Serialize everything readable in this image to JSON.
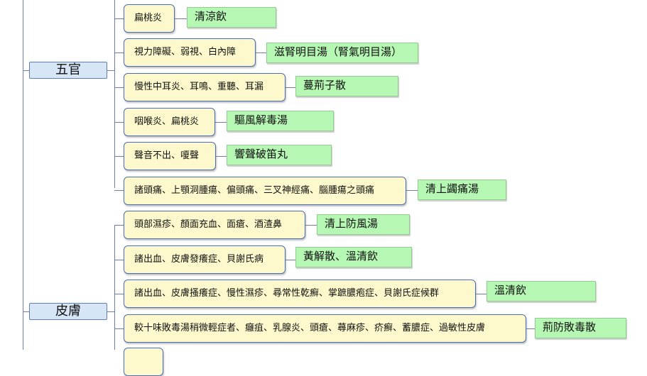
{
  "categories": [
    {
      "label": "五官"
    },
    {
      "label": "皮膚"
    }
  ],
  "rows": [
    {
      "condition": "扁桃炎",
      "remedy": "清涼飲"
    },
    {
      "condition": "視力障礙、弱視、白內障",
      "remedy": "滋腎明目湯（腎氣明目湯）"
    },
    {
      "condition": "慢性中耳炎、耳鳴、重聽、耳漏",
      "remedy": "蔓荊子散"
    },
    {
      "condition": "咽喉炎、扁桃炎",
      "remedy": "驅風解毒湯"
    },
    {
      "condition": "聲音不出、嗄聲",
      "remedy": "響聲破笛丸"
    },
    {
      "condition": "諸頭痛、上顎洞腫瘍、偏頭痛、三叉神經痛、腦腫瘍之頭痛",
      "remedy": "清上蠲痛湯"
    },
    {
      "condition": "頭部濕疹、顏面充血、面瘡、酒渣鼻",
      "remedy": "清上防風湯"
    },
    {
      "condition": "諸出血、皮膚發癢症、貝謝氏病",
      "remedy": "黃解散、溫清飲"
    },
    {
      "condition": "諸出血、皮膚搔癢症、慢性濕疹、尋常性乾癬、掌蹠膿疱症、貝謝氏症候群",
      "remedy": "溫清飲"
    },
    {
      "condition": "較十味敗毒湯稍微輕症者、癰疽、乳腺炎、頭瘡、蕁麻疹、疥癬、蓄膿症、過敏性皮膚",
      "remedy": "荊防敗毒散"
    }
  ]
}
